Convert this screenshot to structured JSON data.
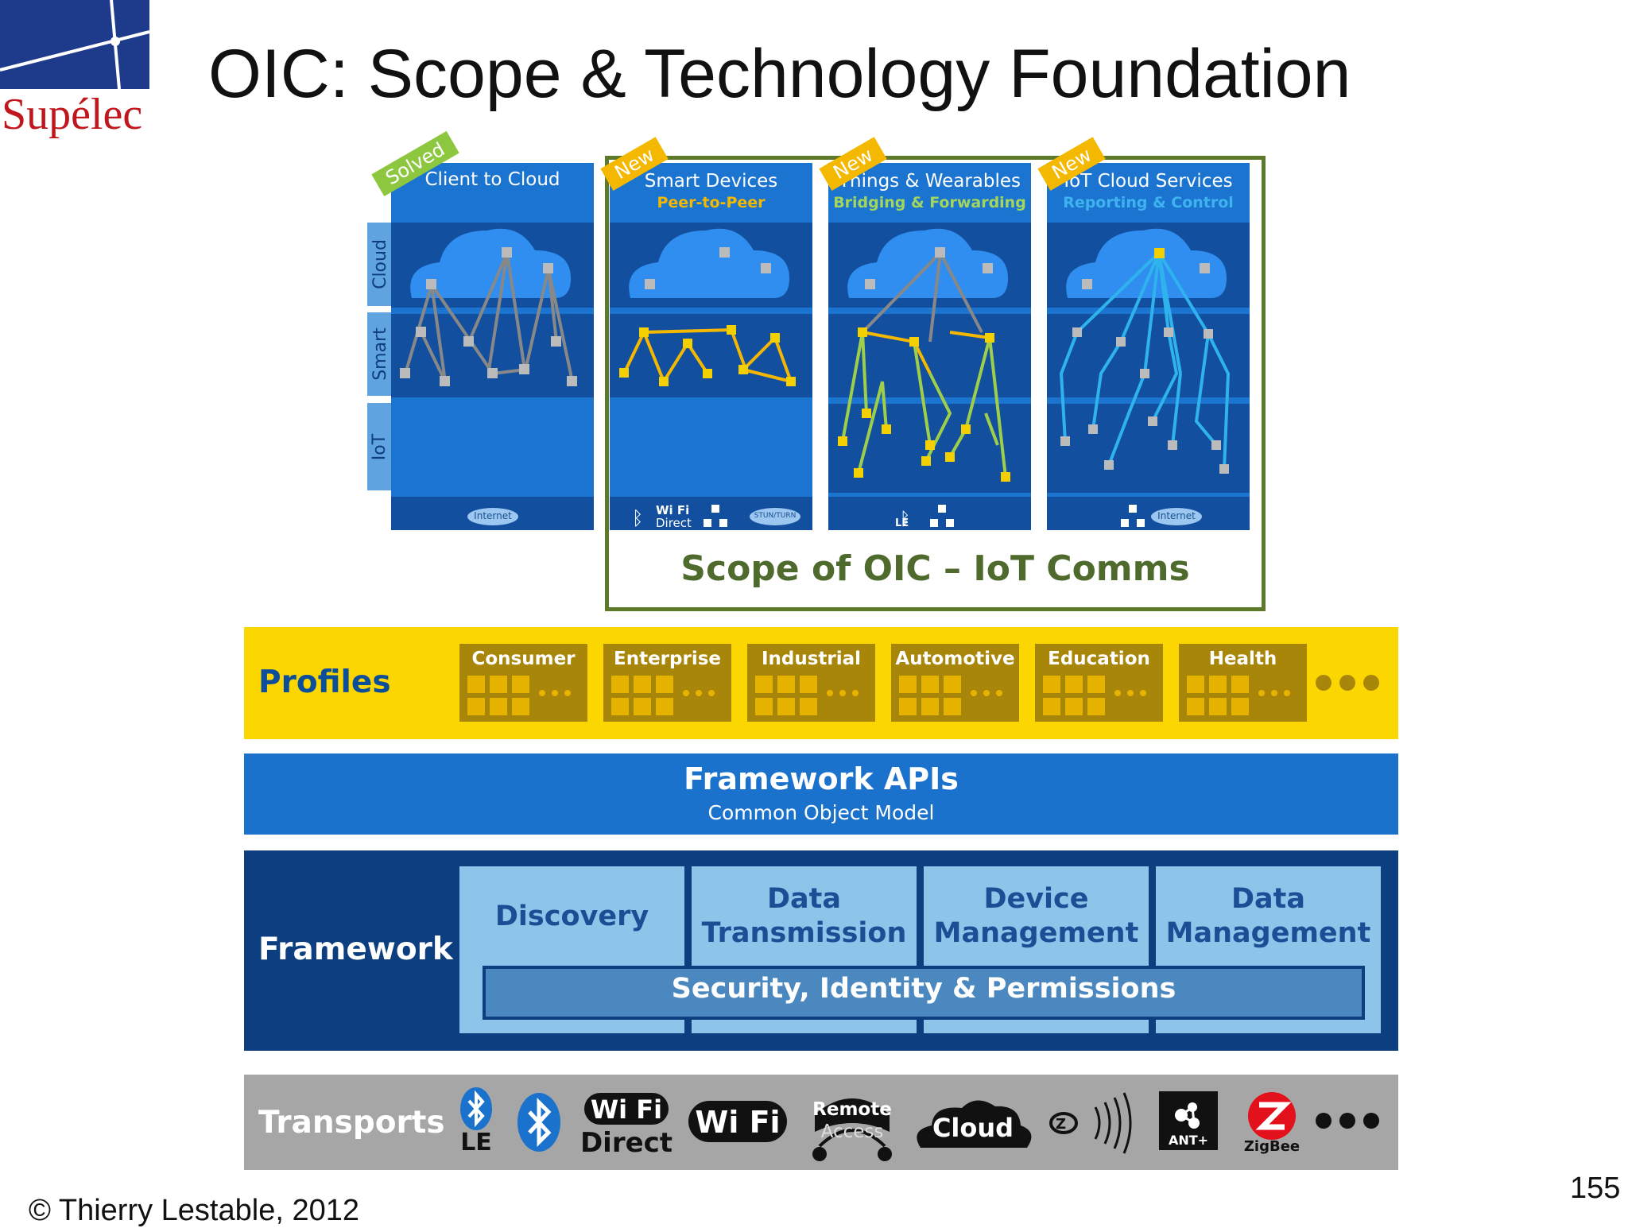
{
  "slide": {
    "title": "OIC: Scope & Technology Foundation",
    "logo_text": "Supélec",
    "copyright": "© Thierry Lestable, 2012",
    "page_number": "155"
  },
  "scenarios": {
    "row_labels": [
      "Cloud",
      "Smart",
      "IoT"
    ],
    "panels": [
      {
        "ribbon": "Solved",
        "title": "Client to Cloud",
        "subtitle": "",
        "bottom": [
          "Internet"
        ]
      },
      {
        "ribbon": "New",
        "title": "Smart Devices",
        "subtitle": "Peer-to-Peer",
        "bottom": [
          "Wi Fi",
          "Direct",
          "STUN/TURN"
        ]
      },
      {
        "ribbon": "New",
        "title": "Things & Wearables",
        "subtitle": "Bridging & Forwarding",
        "bottom": [
          "LE"
        ]
      },
      {
        "ribbon": "New",
        "title": "IoT Cloud Services",
        "subtitle": "Reporting & Control",
        "bottom": [
          "Internet"
        ]
      }
    ],
    "scope_label": "Scope of OIC – IoT Comms",
    "colors": {
      "solved": "#8dc63f",
      "new": "#f5b800",
      "scope_border": "#5c7a2a"
    }
  },
  "profiles": {
    "label": "Profiles",
    "items": [
      "Consumer",
      "Enterprise",
      "Industrial",
      "Automotive",
      "Education",
      "Health"
    ]
  },
  "apis": {
    "title": "Framework APIs",
    "subtitle": "Common Object Model"
  },
  "framework": {
    "label": "Framework",
    "modules": [
      {
        "line1": "Discovery",
        "line2": ""
      },
      {
        "line1": "Data",
        "line2": "Transmission"
      },
      {
        "line1": "Device",
        "line2": "Management"
      },
      {
        "line1": "Data",
        "line2": "Management"
      }
    ],
    "security": "Security, Identity & Permissions"
  },
  "transports": {
    "label": "Transports",
    "items": [
      {
        "icon": "bluetooth-icon",
        "text": "LE"
      },
      {
        "icon": "bluetooth-icon",
        "text": ""
      },
      {
        "icon": "wifi-icon",
        "text": "Wi Fi"
      },
      {
        "icon": "wifi-direct-text",
        "text": "Direct"
      },
      {
        "icon": "wifi-icon",
        "text": "Wi Fi"
      },
      {
        "icon": "remote-access-icon",
        "text": "Remote"
      },
      {
        "icon": "remote-access-icon",
        "text": "Access"
      },
      {
        "icon": "cloud-icon",
        "text": "Cloud"
      },
      {
        "icon": "zwave-icon",
        "text": "Z-Wave"
      },
      {
        "icon": "ant-icon",
        "text": "ANT+"
      },
      {
        "icon": "zigbee-icon",
        "text": "ZigBee"
      }
    ]
  }
}
